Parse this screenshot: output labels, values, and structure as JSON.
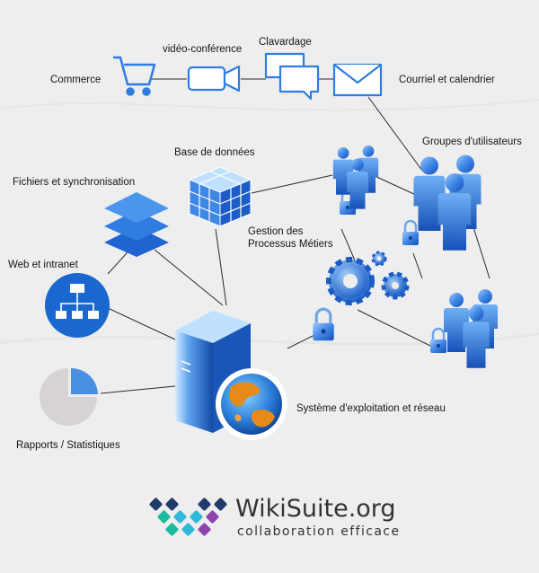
{
  "labels": {
    "commerce": "Commerce",
    "video": "vidéo-conférence",
    "clavardage": "Clavardage",
    "courriel": "Courriel et calendrier",
    "groupes": "Groupes d'utilisateurs",
    "base": "Base de données",
    "fichiers": "Fichiers et synchronisation",
    "gestion_line1": "Gestion des",
    "gestion_line2": "Processus Métiers",
    "web": "Web et intranet",
    "systeme": "Système d'exploitation et réseau",
    "rapports": "Rapports / Statistiques"
  },
  "brand": {
    "name": "WikiSuite.org",
    "tagline": "collaboration efficace",
    "colors": {
      "navy": "#1f3a6b",
      "teal": "#1abc9c",
      "cyan": "#2fb8d8",
      "purple": "#8e44ad",
      "text": "#333333"
    }
  },
  "icons": [
    "cart-icon",
    "video-camera-icon",
    "chat-bubbles-icon",
    "envelope-icon",
    "database-cube-icon",
    "stacked-layers-icon",
    "sitemap-icon",
    "server-tower-icon",
    "globe-icon",
    "pie-chart-icon",
    "gears-icon",
    "padlock-icon",
    "user-group-icon"
  ],
  "palette": {
    "blue_dark": "#1650b8",
    "blue_mid": "#3f87e6",
    "blue_light": "#9cc8f7",
    "line": "#2b2b2b",
    "background": "#eeeeee"
  }
}
